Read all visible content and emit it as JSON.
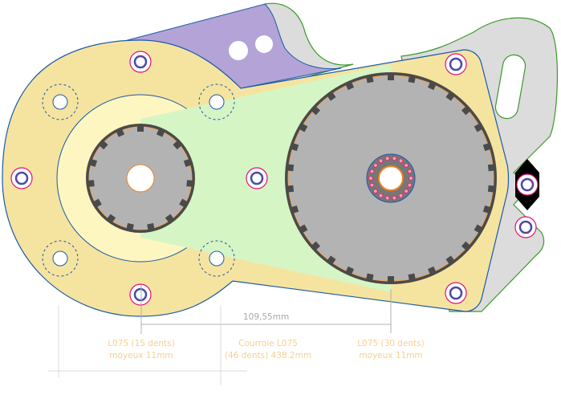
{
  "dimension": {
    "label": "109,55mm"
  },
  "labels": {
    "small_pulley": {
      "line1": "L075 (15 dents)",
      "line2": "moyeux 11mm"
    },
    "belt": {
      "line1": "Courroie L075",
      "line2": "(46 dents) 438.2mm"
    },
    "large_pulley": {
      "line1": "L075 (30 dents)",
      "line2": "moyeux 11mm"
    }
  },
  "pulleys": {
    "small_teeth": 15,
    "large_teeth": 30
  },
  "colors": {
    "plate": "#f5e4a0",
    "plate_stroke": "#1a5aa8",
    "bracket": "#dcdcdc",
    "bracket_stroke": "#3a9a2a",
    "upper_plate": "#b3a3d6",
    "belt": "#d6f5c4",
    "pulley": "#b3b3b3",
    "tooth": "#4a4a4a",
    "screw": "#e0107a",
    "label": "#f7cf8f"
  }
}
